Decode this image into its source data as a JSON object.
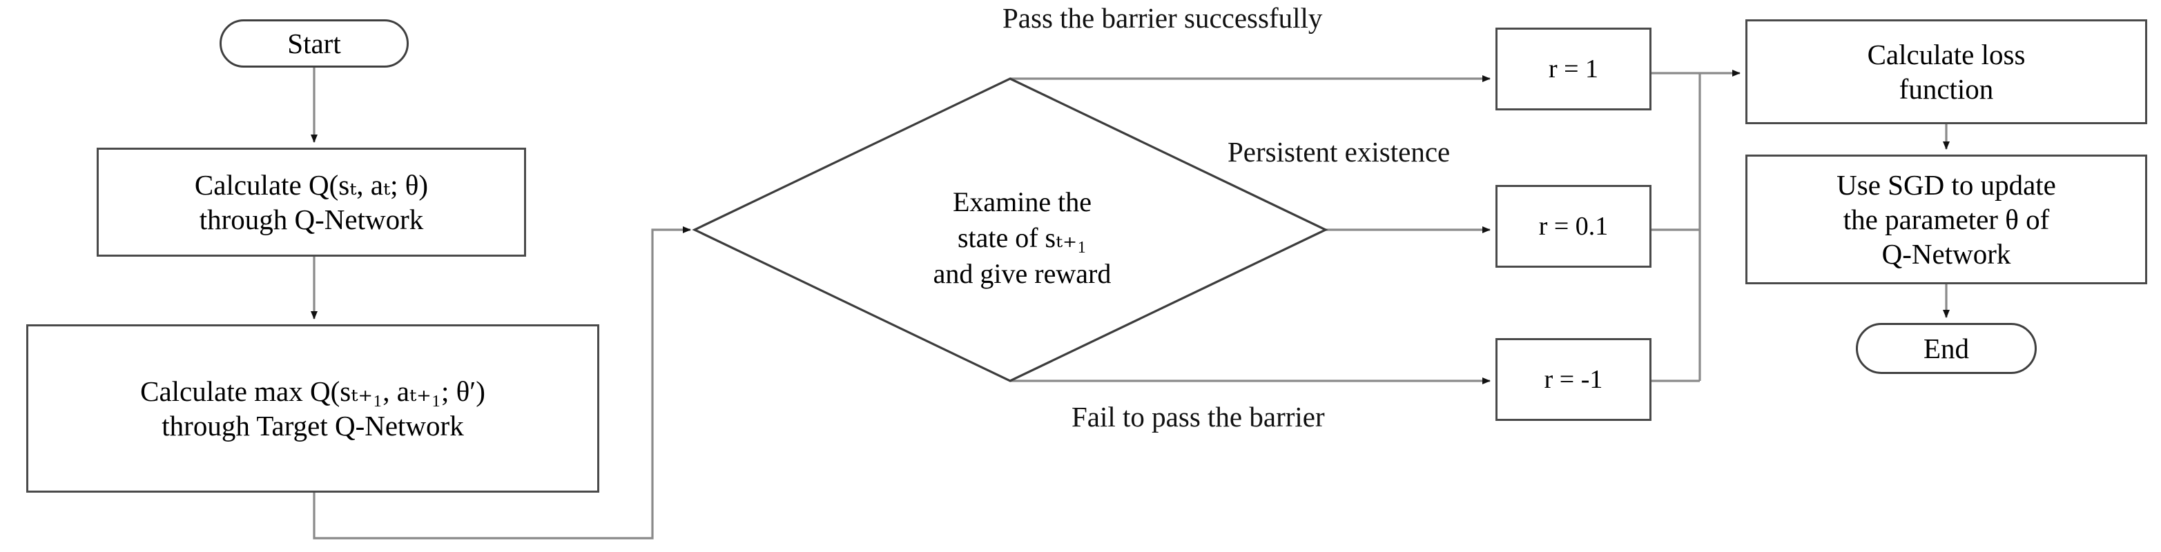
{
  "diagram": {
    "title": "DQN training flowchart",
    "colors": {
      "stroke": "#4a4a4a",
      "line": "#7d7d7d",
      "text": "#000000",
      "background": "#ffffff"
    }
  },
  "nodes": {
    "start": {
      "label": "Start",
      "shape": "terminator"
    },
    "calculate_q": {
      "label": "Calculate Q(sₜ, aₜ; θ)\nthrough Q-Network",
      "shape": "process"
    },
    "calculate_max_q": {
      "label": "Calculate max Q(sₜ₊₁, aₜ₊₁; θ′)\nthrough Target Q-Network",
      "shape": "process"
    },
    "decision": {
      "label": "Examine the\nstate of sₜ₊₁\nand give reward",
      "shape": "decision"
    },
    "reward_pass": {
      "label": "r = 1",
      "shape": "process"
    },
    "reward_persist": {
      "label": "r = 0.1",
      "shape": "process"
    },
    "reward_fail": {
      "label": "r = -1",
      "shape": "process"
    },
    "loss": {
      "label": "Calculate loss\nfunction",
      "shape": "process"
    },
    "sgd": {
      "label": "Use SGD to update\nthe parameter θ of\nQ-Network",
      "shape": "process"
    },
    "end": {
      "label": "End",
      "shape": "terminator"
    }
  },
  "edge_labels": {
    "pass": "Pass the barrier successfully",
    "persistent": "Persistent  existence",
    "fail": "Fail to pass the barrier"
  }
}
